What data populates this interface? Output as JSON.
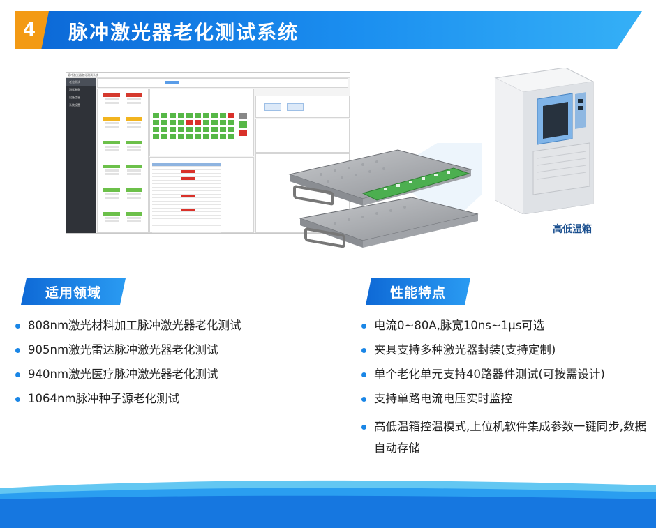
{
  "header": {
    "number": "4",
    "title": "脉冲激光器老化测试系统"
  },
  "software": {
    "window_title": "脉冲激光器老化测试系统",
    "sidebar": [
      "老化测试",
      "测试参数",
      "设备信息",
      "系统设置"
    ],
    "cells_red": [
      10,
      15,
      16
    ]
  },
  "chamber_caption": "高低温箱",
  "applications": {
    "title": "适用领域",
    "items": [
      "808nm激光材料加工脉冲激光器老化测试",
      "905nm激光雷达脉冲激光器老化测试",
      "940nm激光医疗脉冲激光器老化测试",
      "1064nm脉冲种子源老化测试"
    ]
  },
  "features": {
    "title": "性能特点",
    "items": [
      "电流0~80A,脉宽10ns~1μs可选",
      "夹具支持多种激光器封装(支持定制)",
      "单个老化单元支持40路器件测试(可按需设计)",
      "支持单路电流电压实时监控",
      "高低温箱控温模式,上位机软件集成参数一键同步,数据自动存储"
    ]
  },
  "colors": {
    "accent_blue": "#1a86e6",
    "orange": "#f39a14",
    "cell_green": "#57b847",
    "cell_red": "#d9312a"
  }
}
